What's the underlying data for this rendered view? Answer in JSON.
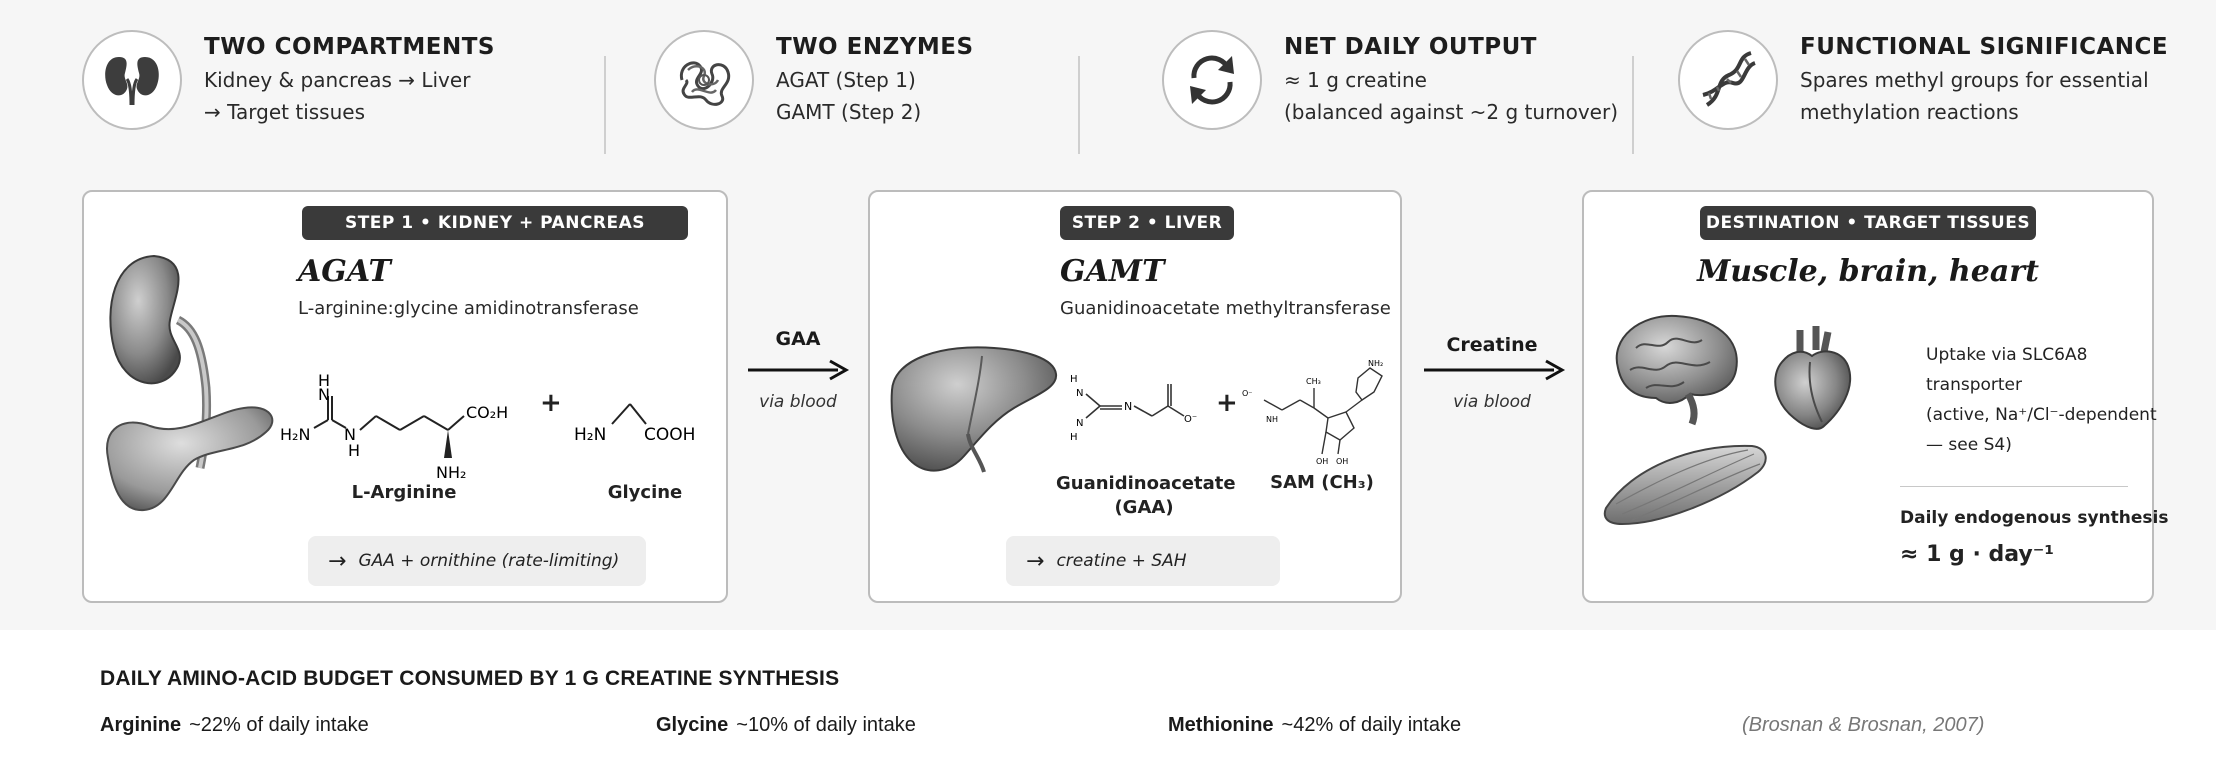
{
  "summary": [
    {
      "title": "TWO COMPARTMENTS",
      "line1": "Kidney & pancreas → Liver",
      "line2": "→ Target tissues",
      "icon": "kidney-icon"
    },
    {
      "title": "TWO ENZYMES",
      "line1": "AGAT (Step 1)",
      "line2": "GAMT (Step 2)",
      "icon": "protein-icon"
    },
    {
      "title": "NET DAILY OUTPUT",
      "line1": "≈ 1 g creatine",
      "line2": "(balanced against ~2 g turnover)",
      "icon": "cycle-icon"
    },
    {
      "title": "FUNCTIONAL SIGNIFICANCE",
      "line1": "Spares methyl groups for essential",
      "line2": "methylation reactions",
      "icon": "dna-icon"
    }
  ],
  "step1": {
    "badge": "STEP 1 • KIDNEY + PANCREAS",
    "enzyme": "AGAT",
    "enzyme_full": "L-arginine:glycine amidinotransferase",
    "substrate1": "L-Arginine",
    "substrate2": "Glycine",
    "plus": "+",
    "result": "GAA + ornithine (rate-limiting)"
  },
  "connector1": {
    "label": "GAA",
    "sub": "via blood"
  },
  "step2": {
    "badge": "STEP 2 • LIVER",
    "enzyme": "GAMT",
    "enzyme_full": "Guanidinoacetate methyltransferase",
    "substrate1_line1": "Guanidinoacetate",
    "substrate1_line2": "(GAA)",
    "substrate2": "SAM (CH₃)",
    "plus": "+",
    "result": "creatine + SAH"
  },
  "connector2": {
    "label": "Creatine",
    "sub": "via blood"
  },
  "destination": {
    "badge": "DESTINATION • TARGET TISSUES",
    "title": "Muscle, brain, heart",
    "uptake_lines": [
      "Uptake via SLC6A8",
      "transporter",
      "(active, Na⁺/Cl⁻-dependent",
      "— see S4)"
    ],
    "synthesis_label": "Daily endogenous synthesis",
    "synthesis_value": "≈ 1 g · day⁻¹"
  },
  "budget": {
    "title": "DAILY AMINO-ACID BUDGET CONSUMED BY 1 G CREATINE SYNTHESIS",
    "items": [
      {
        "name": "Arginine",
        "value": "~22% of daily intake"
      },
      {
        "name": "Glycine",
        "value": "~10% of daily intake"
      },
      {
        "name": "Methionine",
        "value": "~42% of daily intake"
      }
    ],
    "citation": "(Brosnan & Brosnan, 2007)"
  },
  "chem": {
    "h2n": "H₂N",
    "h": "H",
    "nh": "NH",
    "n": "N",
    "co2h": "CO₂H",
    "nh2": "NH₂",
    "cooh": "COOH",
    "o_minus": "O⁻",
    "oh": "OH",
    "ch3": "CH₃"
  },
  "colors": {
    "badge": "#3a3a3a",
    "panel_border": "#bcbcbc",
    "band": "#f6f6f6",
    "result_bg": "#eeeeee"
  }
}
